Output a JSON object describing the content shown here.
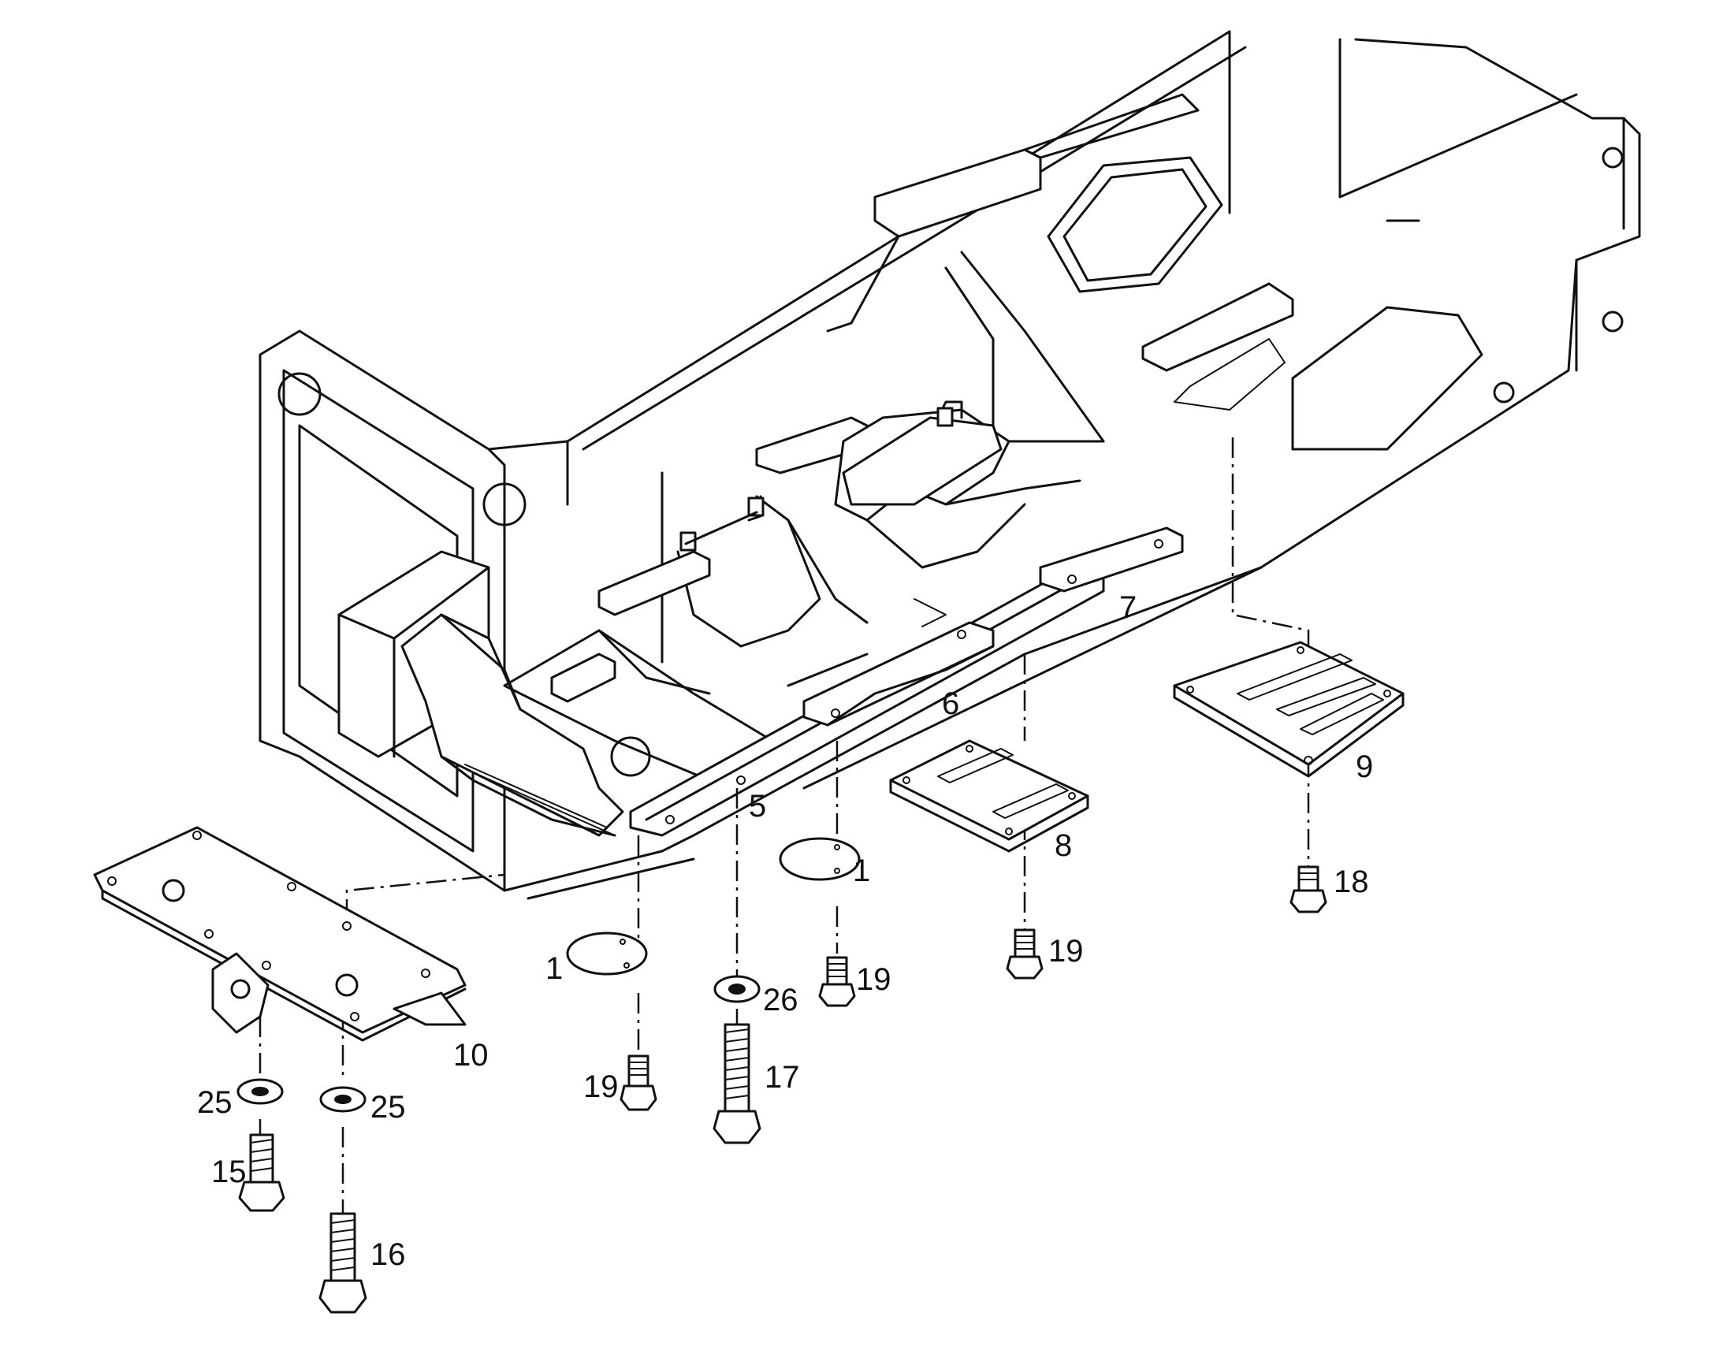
{
  "callouts": {
    "c1a": "1",
    "c1b": "1",
    "c5": "5",
    "c6": "6",
    "c7": "7",
    "c8": "8",
    "c9": "9",
    "c10": "10",
    "c15": "15",
    "c16": "16",
    "c17": "17",
    "c18": "18",
    "c19a": "19",
    "c19b": "19",
    "c19c": "19",
    "c25a": "25",
    "c25b": "25",
    "c26": "26"
  }
}
